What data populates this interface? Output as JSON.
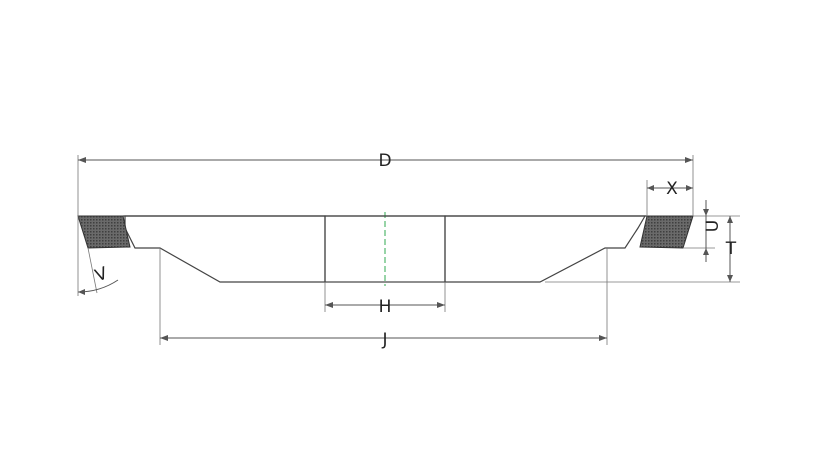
{
  "diagram": {
    "labels": {
      "D": "D",
      "X": "X",
      "U": "U",
      "T": "T",
      "V": "V",
      "H": "H",
      "J": "J"
    },
    "colors": {
      "line": "#444444",
      "hatch": "#999999",
      "abrasive": "#555555",
      "centerline": "#2fa84f"
    }
  }
}
